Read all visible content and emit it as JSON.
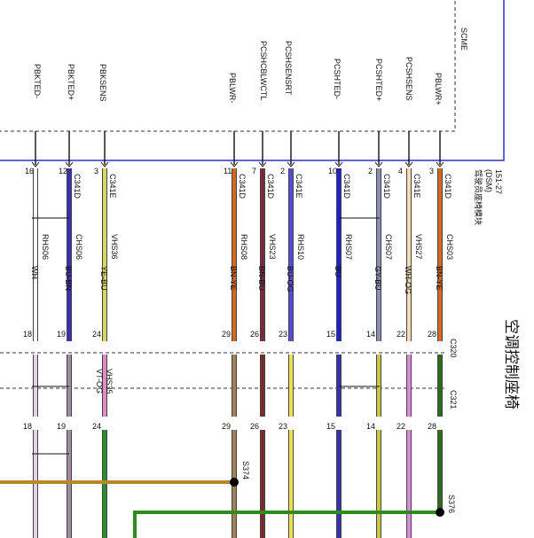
{
  "module": {
    "name": "SCME",
    "part_number": "151-27",
    "abbrev": "(DSM)",
    "title_cn": "驾驶员座椅模块",
    "pins": [
      "PBLWR+",
      "PCSHSENS",
      "PCSHTED+",
      "PCSHTED-",
      "PCSHSENSRT",
      "PCSHCBLWCTL",
      "PBLWR-",
      "PBKSENS",
      "PBKTED+",
      "PBKTED-"
    ]
  },
  "section_title_cn": "空调控制座椅",
  "wires": [
    {
      "pin_top": "3",
      "conn_top": "C341D",
      "circuit": "CHS03",
      "color_code": "BN-YE",
      "pin_c320": "28",
      "pin_c321": "28",
      "upper_color": "#d2691e",
      "lower_color": "#2e6b1e"
    },
    {
      "pin_top": "4",
      "conn_top": "C341E",
      "circuit": "VHS27",
      "color_code": "WH-OG",
      "pin_c320": "22",
      "pin_c321": "22",
      "upper_color": "#f5deb3",
      "lower_color": "#d98ad9"
    },
    {
      "pin_top": "2",
      "conn_top": "C341D",
      "circuit": "CHS07",
      "color_code": "GY-BU",
      "pin_c320": "14",
      "pin_c321": "14",
      "upper_color": "#8a8fb5",
      "lower_color": "#c8c840"
    },
    {
      "pin_top": "10",
      "conn_top": "C341D",
      "circuit": "RHS07",
      "color_code": "BU",
      "pin_c320": "15",
      "pin_c321": "15",
      "upper_color": "#2020d0",
      "lower_color": "#3a2fb0"
    },
    {
      "pin_top": "2",
      "conn_top": "C341E",
      "circuit": "RHS10",
      "color_code": "BU-OG",
      "pin_c320": "23",
      "pin_c321": "23",
      "upper_color": "#5a4ad8",
      "lower_color": "#f0e050"
    },
    {
      "pin_top": "7",
      "conn_top": "C341D",
      "circuit": "VHS23",
      "color_code": "BN-BU",
      "pin_c320": "26",
      "pin_c321": "26",
      "upper_color": "#7a2a3a",
      "lower_color": "#7a2a2a"
    },
    {
      "pin_top": "11",
      "conn_top": "C341D",
      "circuit": "RHS08",
      "color_code": "BN-YE",
      "pin_c320": "29",
      "pin_c321": "29",
      "upper_color": "#d2691e",
      "lower_color": "#a0825a"
    },
    {
      "pin_top": "3",
      "conn_top": "C341E",
      "circuit": "VHS36",
      "color_code": "YE-BU",
      "pin_c320": "24",
      "pin_c321": "24",
      "upper_color": "#d8d860",
      "lower_color": "#2e8b2e"
    },
    {
      "pin_top": "12",
      "conn_top": "C341D",
      "circuit": "CHS06",
      "color_code": "BU-BN",
      "pin_c320": "19",
      "pin_c321": "19",
      "upper_color": "#3a2fb0",
      "lower_color": "#a08aa0"
    },
    {
      "pin_top": "16",
      "conn_top": "",
      "circuit": "RHS06",
      "color_code": "WH",
      "pin_c320": "18",
      "pin_c321": "18",
      "upper_color": "#f4f4f4",
      "lower_color": "#e8d0e8"
    }
  ],
  "mid_segment": {
    "circuit": "VHS35",
    "color_code": "VT-OG"
  },
  "connectors": {
    "c320": "C320",
    "c321": "C321"
  },
  "splices": {
    "s374": "S374",
    "s376": "S376"
  }
}
